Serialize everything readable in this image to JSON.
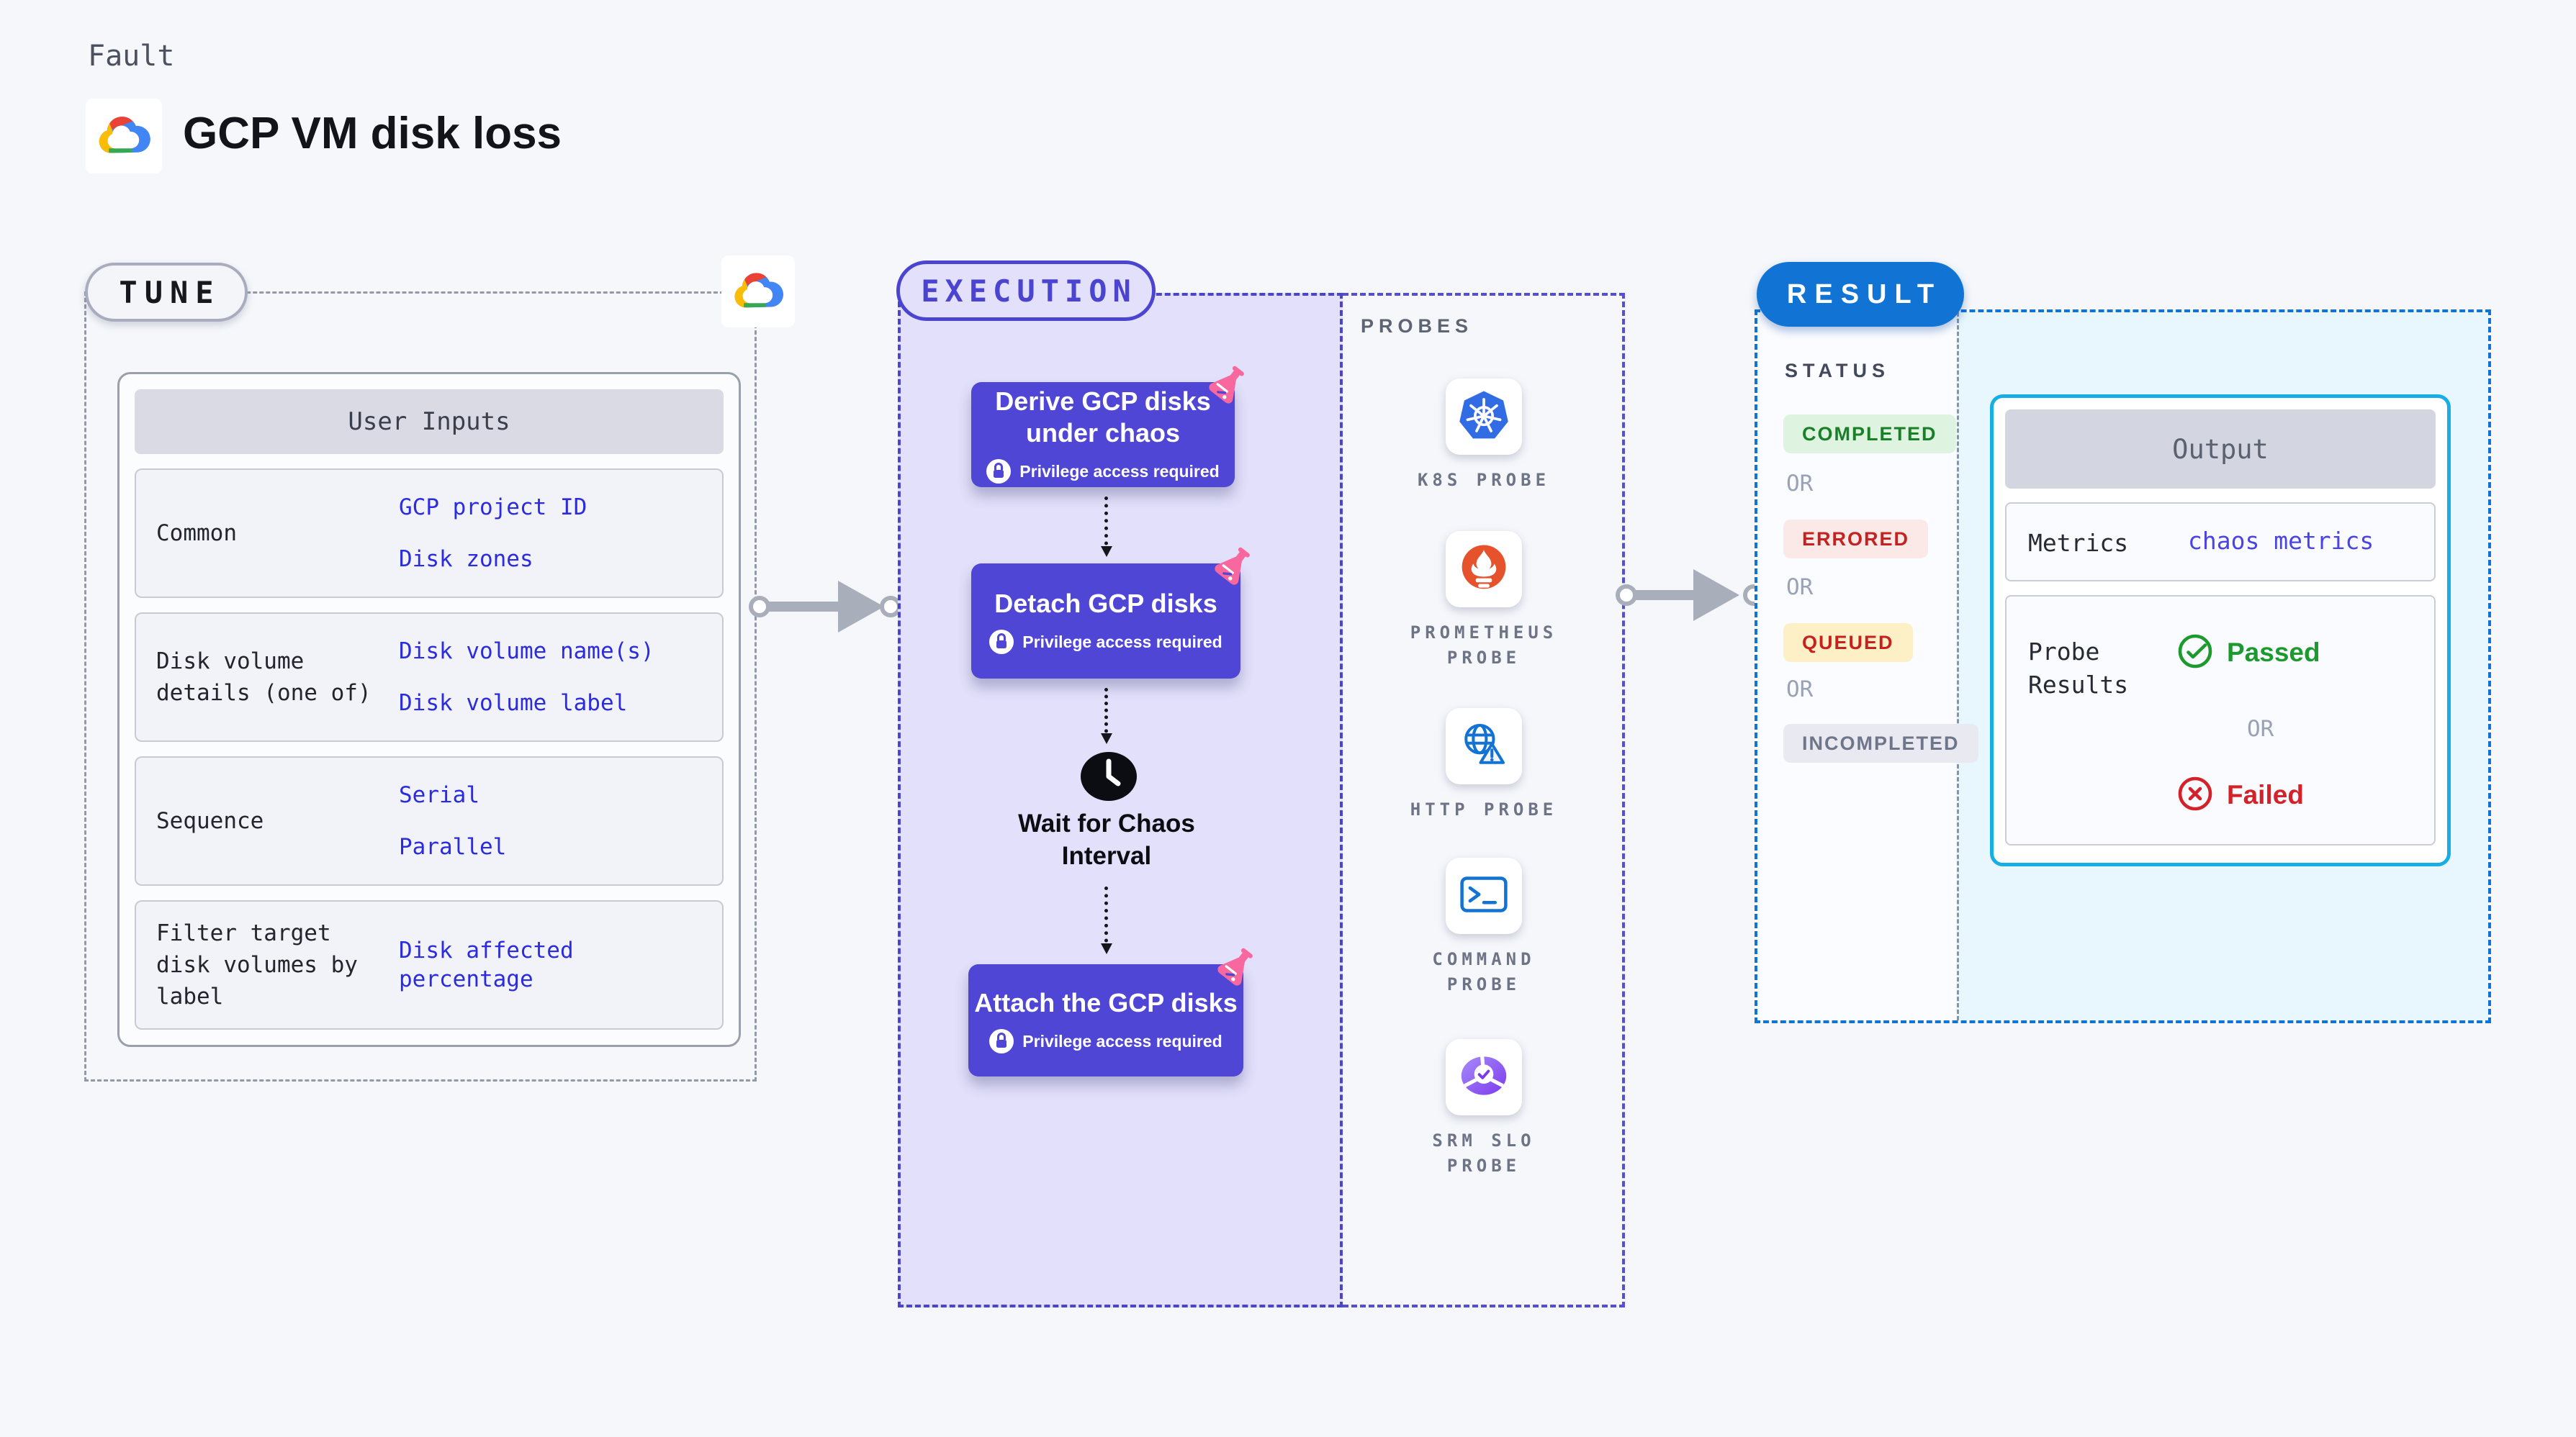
{
  "header": {
    "category": "Fault",
    "title": "GCP VM disk loss"
  },
  "sections": {
    "tune": "TUNE",
    "execution": "EXECUTION",
    "probes": "PROBES",
    "result": "RESULT"
  },
  "user_inputs": {
    "header": "User Inputs",
    "rows": [
      {
        "label": "Common",
        "values": [
          "GCP project ID",
          "Disk zones"
        ]
      },
      {
        "label": "Disk volume details (one of)",
        "values": [
          "Disk volume name(s)",
          "Disk volume label"
        ]
      },
      {
        "label": "Sequence",
        "values": [
          "Serial",
          "Parallel"
        ]
      },
      {
        "label": "Filter target disk volumes by label",
        "values": [
          "Disk affected percentage"
        ]
      }
    ]
  },
  "execution": {
    "nodes": [
      {
        "title": "Derive GCP disks under chaos",
        "badge": "Privilege access required"
      },
      {
        "title": "Detach GCP disks",
        "badge": "Privilege access required"
      },
      {
        "title": "Attach the GCP disks",
        "badge": "Privilege access required"
      }
    ],
    "wait_label": "Wait for Chaos Interval"
  },
  "probes": {
    "items": [
      {
        "label": "K8S PROBE",
        "icon": "kubernetes-icon"
      },
      {
        "label": "PROMETHEUS PROBE",
        "icon": "prometheus-icon"
      },
      {
        "label": "HTTP PROBE",
        "icon": "globe-alert-icon"
      },
      {
        "label": "COMMAND PROBE",
        "icon": "terminal-icon"
      },
      {
        "label": "SRM SLO PROBE",
        "icon": "slo-gauge-icon"
      }
    ]
  },
  "result": {
    "status_header": "STATUS",
    "or": "OR",
    "statuses": [
      {
        "label": "COMPLETED",
        "fg": "#1a8028",
        "bg": "#def3e0"
      },
      {
        "label": "ERRORED",
        "fg": "#c5221f",
        "bg": "#fbe9e8"
      },
      {
        "label": "QUEUED",
        "fg": "#c5221f",
        "bg": "#fdf0c6"
      },
      {
        "label": "INCOMPLETED",
        "fg": "#6f7689",
        "bg": "#e9eaf1"
      }
    ],
    "output": {
      "header": "Output",
      "metrics_label": "Metrics",
      "metrics_value": "chaos metrics",
      "probe_results_label": "Probe Results",
      "passed_label": "Passed",
      "failed_label": "Failed",
      "or": "OR"
    }
  },
  "colors": {
    "canvas_bg": "#f5f7fb",
    "accent_purple": "#4f46d5",
    "execution_accent": "#4a44d0",
    "result_blue": "#1173d3",
    "output_border": "#16aee4",
    "value_blue": "#2b2bdf",
    "metrics_blue": "#4a43e8",
    "passed_green": "#1d9a2f",
    "failed_red": "#d3222a",
    "arrow_gray": "#a9aebb",
    "flask_pink": "#f9679f"
  }
}
